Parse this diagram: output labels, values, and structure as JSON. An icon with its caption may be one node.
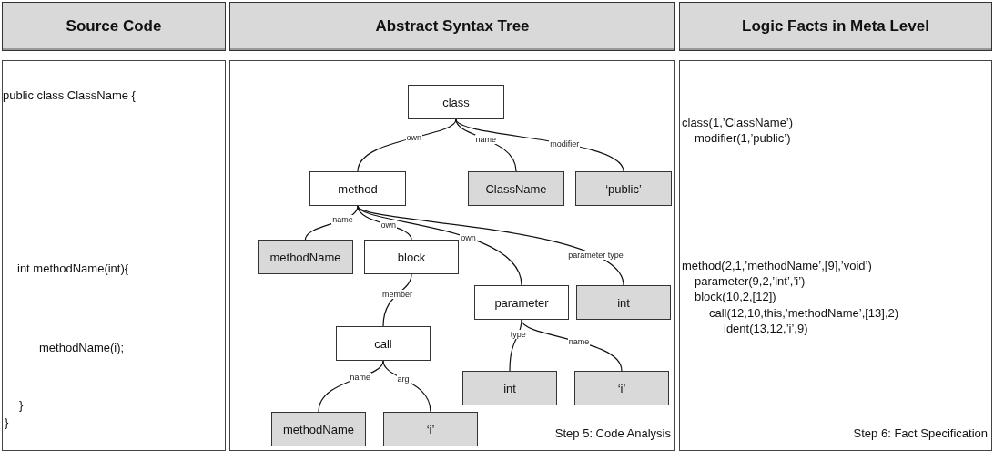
{
  "diagram": {
    "nodes": [
      {
        "text": [
          "Source Code"
        ]
      },
      {
        "text": [
          "Abstract Syntax Tree"
        ]
      },
      {
        "text": [
          "Logic Facts in Meta Level"
        ]
      },
      {
        "text": [
          "public class ClassName {",
          "int methodName(int){",
          "methodName(i);",
          "}",
          "}"
        ]
      },
      {
        "text": [
          "Step 5: Code Analysis"
        ]
      },
      {
        "text": [
          "class(1,’ClassName’)",
          "modifier(1,’public’)",
          "method(2,1,’methodName’,[9],’void’)",
          "parameter(9,2,’int’,’i’)",
          "block(10,2,[12])",
          "call(12,10,this,’methodName’,[13],2)",
          "ident(13,12,’i’,9)",
          "Step 6: Fact Specification"
        ]
      },
      {
        "text": [
          "class"
        ],
        "in": 4
      },
      {
        "text": [
          "method"
        ],
        "in": 4
      },
      {
        "text": [
          "ClassName"
        ],
        "in": 4
      },
      {
        "text": [
          "‘public’"
        ],
        "in": 4
      },
      {
        "text": [
          "methodName"
        ],
        "in": 4
      },
      {
        "text": [
          "block"
        ],
        "in": 4
      },
      {
        "text": [
          "parameter"
        ],
        "in": 4
      },
      {
        "text": [
          "int"
        ],
        "in": 4
      },
      {
        "text": [
          "call"
        ],
        "in": 4
      },
      {
        "text": [
          "int"
        ],
        "in": 4
      },
      {
        "text": [
          "‘i’"
        ],
        "in": 4
      },
      {
        "text": [
          "methodName"
        ],
        "in": 4
      },
      {
        "text": [
          "‘i’"
        ],
        "in": 4
      }
    ],
    "edges": [
      {
        "from": 6,
        "to": 7,
        "arrow": "none",
        "label": "own"
      },
      {
        "from": 6,
        "to": 8,
        "arrow": "none",
        "label": "name"
      },
      {
        "from": 6,
        "to": 9,
        "arrow": "none",
        "label": "modifier"
      },
      {
        "from": 7,
        "to": 10,
        "arrow": "none",
        "label": "name"
      },
      {
        "from": 7,
        "to": 11,
        "arrow": "none",
        "label": "own"
      },
      {
        "from": 7,
        "to": 12,
        "arrow": "none",
        "label": "own"
      },
      {
        "from": 7,
        "to": 13,
        "arrow": "none",
        "label": "parameter type"
      },
      {
        "from": 11,
        "to": 14,
        "arrow": "none",
        "label": "member"
      },
      {
        "from": 12,
        "to": 15,
        "arrow": "none",
        "label": "type"
      },
      {
        "from": 12,
        "to": 16,
        "arrow": "none",
        "label": "name"
      },
      {
        "from": 14,
        "to": 17,
        "arrow": "none",
        "label": "name"
      },
      {
        "from": 14,
        "to": 18,
        "arrow": "none",
        "label": "arg"
      }
    ]
  }
}
